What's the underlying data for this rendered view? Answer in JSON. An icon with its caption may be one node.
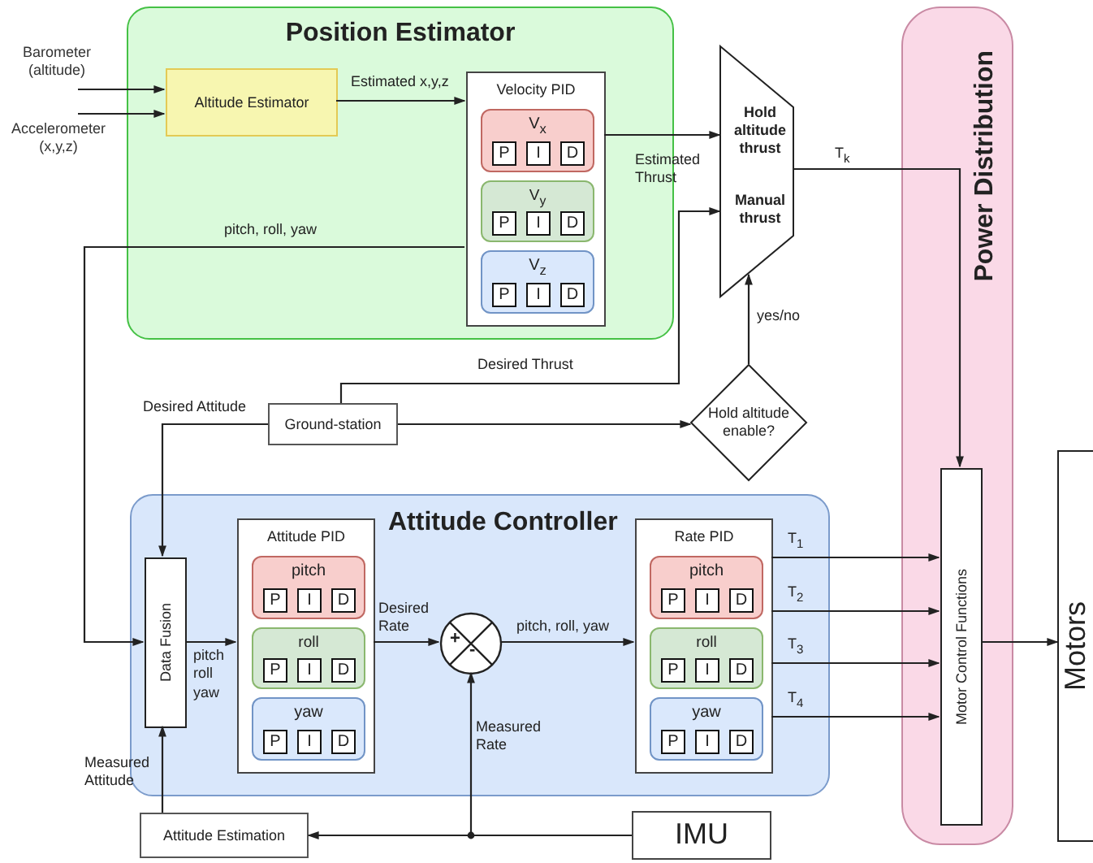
{
  "diagram": {
    "nodes": [
      {
        "text": [
          "Position Estimator"
        ]
      },
      {
        "text": [
          "Barometer (altitude)"
        ]
      },
      {
        "text": [
          "Accelerometer (x,y,z)"
        ]
      },
      {
        "text": [
          "Altitude Estimator"
        ],
        "in": 0
      },
      {
        "text": [
          "Velocity PID"
        ],
        "in": 0
      },
      {
        "text": [
          "V$_{x}$"
        ],
        "in": 4
      },
      {
        "text": [
          "P"
        ],
        "in": 5
      },
      {
        "text": [
          "I"
        ],
        "in": 5
      },
      {
        "text": [
          "D"
        ],
        "in": 5
      },
      {
        "text": [
          "V$_{y}$"
        ],
        "in": 4
      },
      {
        "text": [
          "P"
        ],
        "in": 9
      },
      {
        "text": [
          "I"
        ],
        "in": 9
      },
      {
        "text": [
          "D"
        ],
        "in": 9
      },
      {
        "text": [
          "V$_{z}$"
        ],
        "in": 4
      },
      {
        "text": [
          "P"
        ],
        "in": 13
      },
      {
        "text": [
          "I"
        ],
        "in": 13
      },
      {
        "text": [
          "D"
        ],
        "in": 13
      },
      {
        "text": [
          "Hold altitude thrust",
          "Manual thrust"
        ]
      },
      {
        "text": [
          "Power Distribution"
        ]
      },
      {
        "text": [
          "Motor Control Functions"
        ],
        "in": 18
      },
      {
        "text": [
          "Motors"
        ]
      },
      {
        "text": [
          "Ground-station"
        ]
      },
      {
        "text": [
          "Hold altitude enable?"
        ]
      },
      {
        "text": [
          "Attitude Controller"
        ]
      },
      {
        "text": [
          "Data Fusion"
        ],
        "in": 23
      },
      {
        "text": [
          "Attitude PID"
        ],
        "in": 23
      },
      {
        "text": [
          "pitch"
        ],
        "in": 25
      },
      {
        "text": [
          "P"
        ],
        "in": 26
      },
      {
        "text": [
          "I"
        ],
        "in": 26
      },
      {
        "text": [
          "D"
        ],
        "in": 26
      },
      {
        "text": [
          "roll"
        ],
        "in": 25
      },
      {
        "text": [
          "P"
        ],
        "in": 30
      },
      {
        "text": [
          "I"
        ],
        "in": 30
      },
      {
        "text": [
          "D"
        ],
        "in": 30
      },
      {
        "text": [
          "yaw"
        ],
        "in": 25
      },
      {
        "text": [
          "P"
        ],
        "in": 34
      },
      {
        "text": [
          "I"
        ],
        "in": 34
      },
      {
        "text": [
          "D"
        ],
        "in": 34
      },
      {
        "text": [
          "+",
          "-"
        ],
        "in": 23
      },
      {
        "text": [
          "Rate PID"
        ],
        "in": 23
      },
      {
        "text": [
          "pitch"
        ],
        "in": 39
      },
      {
        "text": [
          "P"
        ],
        "in": 40
      },
      {
        "text": [
          "I"
        ],
        "in": 40
      },
      {
        "text": [
          "D"
        ],
        "in": 40
      },
      {
        "text": [
          "roll"
        ],
        "in": 39
      },
      {
        "text": [
          "P"
        ],
        "in": 44
      },
      {
        "text": [
          "I"
        ],
        "in": 44
      },
      {
        "text": [
          "D"
        ],
        "in": 44
      },
      {
        "text": [
          "yaw"
        ],
        "in": 39
      },
      {
        "text": [
          "P"
        ],
        "in": 48
      },
      {
        "text": [
          "I"
        ],
        "in": 48
      },
      {
        "text": [
          "D"
        ],
        "in": 48
      },
      {
        "text": [
          "Attitude Estimation"
        ]
      },
      {
        "text": [
          "IMU"
        ]
      }
    ],
    "edges": [
      {
        "from": 1,
        "to": 3,
        "arrow": "to"
      },
      {
        "from": 2,
        "to": 3,
        "arrow": "to"
      },
      {
        "from": 3,
        "to": 4,
        "arrow": "to",
        "label": "Estimated x,y,z"
      },
      {
        "from": 4,
        "to": 17,
        "arrow": "to",
        "label": "Estimated Thrust"
      },
      {
        "from": 4,
        "to": 24,
        "arrow": "to",
        "label": "pitch, roll, yaw"
      },
      {
        "from": 21,
        "to": 17,
        "arrow": "to",
        "label": "Desired Thrust"
      },
      {
        "from": 21,
        "to": 24,
        "arrow": "to",
        "label": "Desired Attitude"
      },
      {
        "from": 21,
        "to": 22,
        "arrow": "to"
      },
      {
        "from": 22,
        "to": 17,
        "arrow": "to",
        "label": "yes/no"
      },
      {
        "from": 17,
        "to": 19,
        "arrow": "to",
        "label": "T$_{k}$"
      },
      {
        "from": 24,
        "to": 25,
        "arrow": "to",
        "label": "pitch roll yaw"
      },
      {
        "from": 25,
        "to": 38,
        "arrow": "to",
        "label": "Desired Rate"
      },
      {
        "from": 38,
        "to": 39,
        "arrow": "to",
        "label": "pitch, roll, yaw"
      },
      {
        "from": 39,
        "to": 19,
        "arrow": "to",
        "label": "T$_{1}$"
      },
      {
        "from": 39,
        "to": 19,
        "arrow": "to",
        "label": "T$_{2}$"
      },
      {
        "from": 39,
        "to": 19,
        "arrow": "to",
        "label": "T$_{3}$"
      },
      {
        "from": 39,
        "to": 19,
        "arrow": "to",
        "label": "T$_{4}$"
      },
      {
        "from": 19,
        "to": 20,
        "arrow": "to"
      },
      {
        "from": 53,
        "to": 52,
        "arrow": "to"
      },
      {
        "from": 53,
        "to": 38,
        "arrow": "to",
        "label": "Measured Rate"
      },
      {
        "from": 52,
        "to": 24,
        "arrow": "to",
        "label": "Measured Attitude"
      }
    ]
  }
}
